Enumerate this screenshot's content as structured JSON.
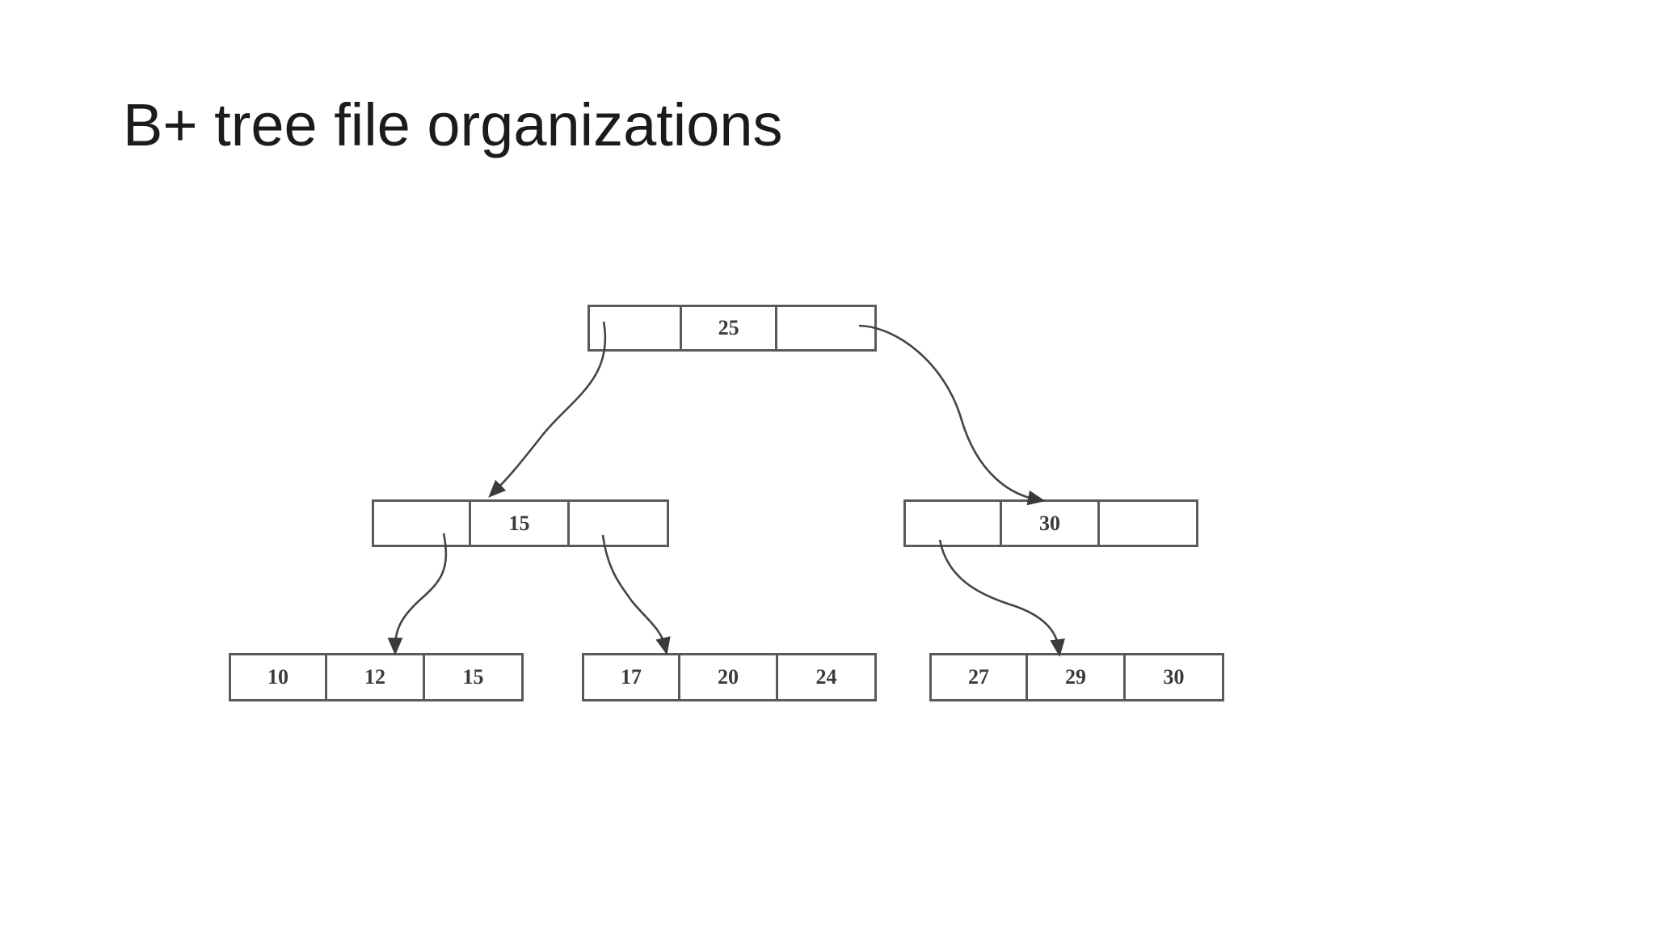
{
  "slide": {
    "title": "B+ tree file organizations",
    "background_color": "#ffffff",
    "title_color": "#1b1b1b"
  },
  "diagram": {
    "type": "b-plus-tree",
    "node_border_color": "#5a5a5a",
    "node_fill_color": "#ffffff",
    "connector_color": "#444444",
    "levels": [
      {
        "level_name": "root",
        "nodes": [
          {
            "node_name": "root-node",
            "cells": [
              "",
              "25",
              ""
            ]
          }
        ]
      },
      {
        "level_name": "internal",
        "nodes": [
          {
            "node_name": "internal-node-left",
            "cells": [
              "",
              "15",
              ""
            ]
          },
          {
            "node_name": "internal-node-right",
            "cells": [
              "",
              "30",
              ""
            ]
          }
        ]
      },
      {
        "level_name": "leaf",
        "nodes": [
          {
            "node_name": "leaf-node-1",
            "cells": [
              "10",
              "12",
              "15"
            ]
          },
          {
            "node_name": "leaf-node-2",
            "cells": [
              "17",
              "20",
              "24"
            ]
          },
          {
            "node_name": "leaf-node-3",
            "cells": [
              "27",
              "29",
              "30"
            ]
          }
        ]
      }
    ],
    "connectors": [
      {
        "name": "root-to-internal-left",
        "from": "root-node.cell0",
        "to": "internal-node-left.cell1"
      },
      {
        "name": "root-to-internal-right",
        "from": "root-node.cell2",
        "to": "internal-node-right.cell1"
      },
      {
        "name": "internal-left-to-leaf-1",
        "from": "internal-node-left.cell0",
        "to": "leaf-node-1.cell1"
      },
      {
        "name": "internal-left-to-leaf-2",
        "from": "internal-node-left.cell2",
        "to": "leaf-node-2.cell0"
      },
      {
        "name": "internal-right-to-leaf-3",
        "from": "internal-node-right.cell0",
        "to": "leaf-node-3.cell1"
      }
    ]
  }
}
